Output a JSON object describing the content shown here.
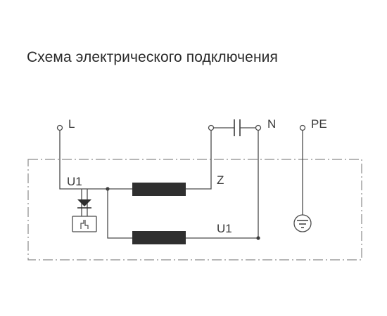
{
  "title": "Схема электрического подключения",
  "terminals": {
    "l": "L",
    "n": "N",
    "pe": "PE"
  },
  "winding_labels": {
    "u1_top": "U1",
    "z": "Z",
    "u1_bottom": "U1"
  },
  "colors": {
    "line": "#4a4a4a",
    "winding": "#2f2f2f",
    "frame": "#8a8a8a",
    "text": "#3a3a3a"
  }
}
